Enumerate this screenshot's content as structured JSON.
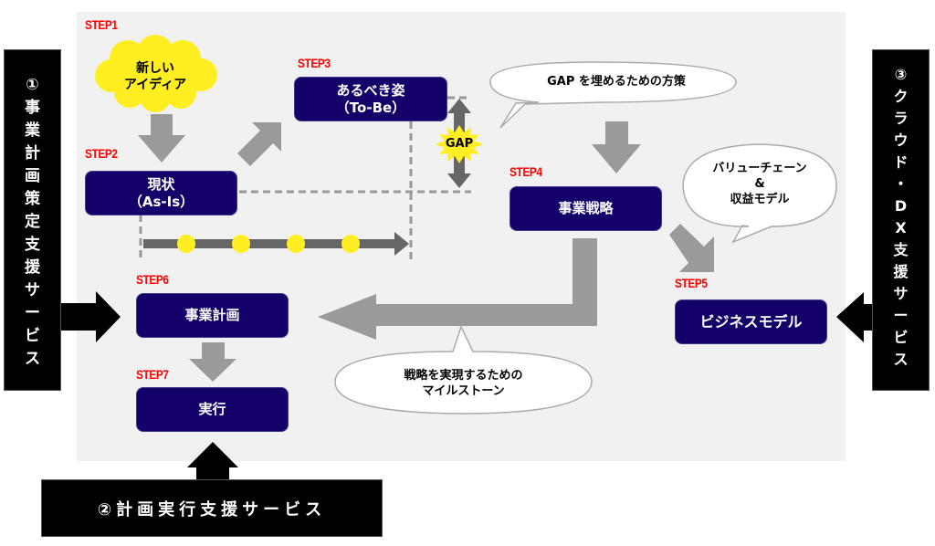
{
  "steps": {
    "step1": {
      "label": "STEP1",
      "text_line1": "新しい",
      "text_line2": "アイディア"
    },
    "step2": {
      "label": "STEP2",
      "text_line1": "現状",
      "text_line2": "（As-Is）"
    },
    "step3": {
      "label": "STEP3",
      "text_line1": "あるべき姿",
      "text_line2": "（To-Be）"
    },
    "step4": {
      "label": "STEP4",
      "text": "事業戦略"
    },
    "step5": {
      "label": "STEP5",
      "text": "ビジネスモデル"
    },
    "step6": {
      "label": "STEP6",
      "text": "事業計画"
    },
    "step7": {
      "label": "STEP7",
      "text": "実行"
    }
  },
  "gap_label": "GAP",
  "bubbles": {
    "gap_measures": "GAP を埋めるための方策",
    "value_chain_line1": "バリューチェーン",
    "value_chain_line2": "&",
    "value_chain_line3": "収益モデル",
    "milestone_line1": "戦略を実現するための",
    "milestone_line2": "マイルストーン"
  },
  "services": {
    "service1": {
      "number": "①",
      "chars": [
        "事",
        "業",
        "計",
        "画",
        "策",
        "定",
        "支",
        "援",
        "サ",
        "ー",
        "ビ",
        "ス"
      ]
    },
    "service2": {
      "text": "②計画実行支援サービス"
    },
    "service3": {
      "number": "③",
      "chars": [
        "ク",
        "ラ",
        "ウ",
        "ド",
        "・",
        "D",
        "X",
        "支",
        "援",
        "サ",
        "ー",
        "ビ",
        "ス"
      ]
    }
  },
  "milestones_count": 4,
  "colors": {
    "box": "#15006a",
    "step_label": "#ff0000",
    "arrow_gray": "#9a9a9a",
    "arrow_dark": "#666666",
    "highlight": "#ffee22",
    "panel": "#f1f1f1",
    "service_bar": "#000000"
  }
}
